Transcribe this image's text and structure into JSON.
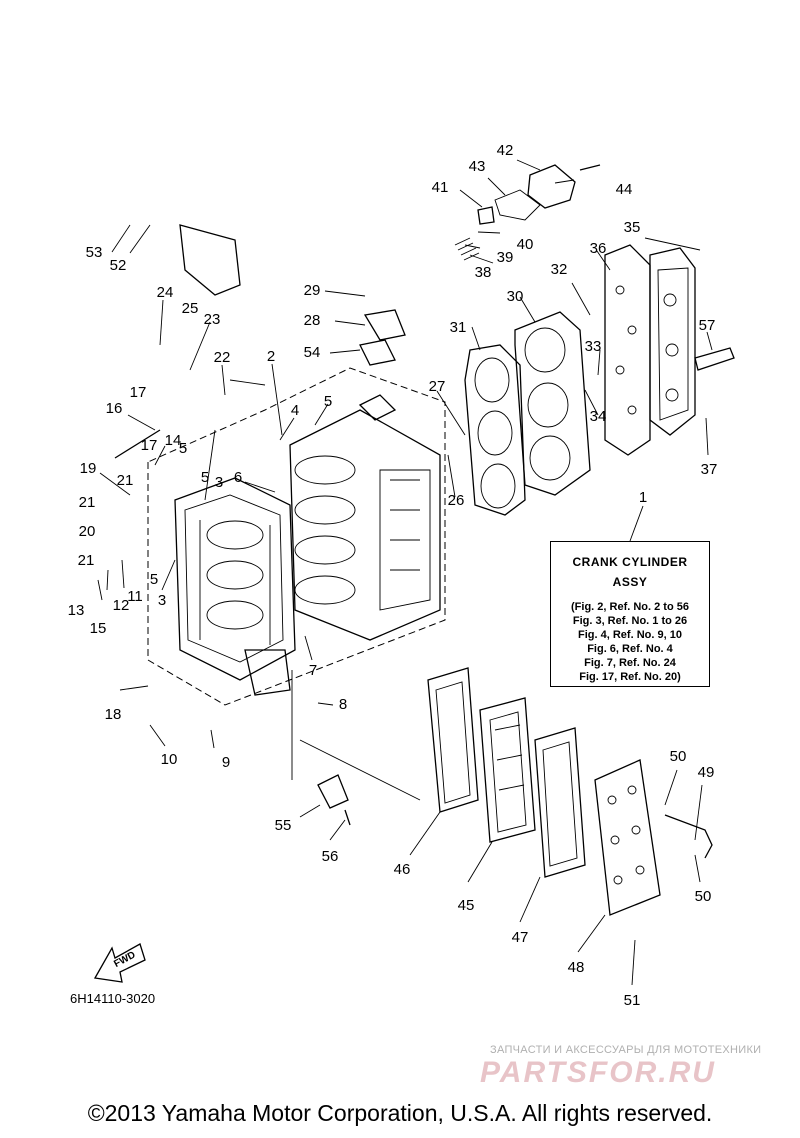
{
  "note": {
    "title_line1": "CRANK CYLINDER",
    "title_line2": "ASSY",
    "lines": [
      "(Fig. 2, Ref. No. 2 to 56",
      "Fig. 3, Ref. No. 1 to 26",
      "Fig. 4, Ref. No. 9, 10",
      "Fig. 6, Ref. No. 4",
      "Fig. 7, Ref. No. 24",
      "Fig. 17, Ref. No. 20)"
    ]
  },
  "direction_label": "FWD",
  "diagram_code": "6H14110-3020",
  "brand_subtitle": "ЗАПЧАСТИ И АКСЕССУАРЫ ДЛЯ МОТОТЕХНИКИ",
  "brand": "PARTSFOR.RU",
  "copyright": "©2013 Yamaha Motor Corporation, U.S.A. All rights reserved.",
  "callouts": [
    {
      "label": "1"
    },
    {
      "label": "2"
    },
    {
      "label": "3"
    },
    {
      "label": "3"
    },
    {
      "label": "4"
    },
    {
      "label": "5"
    },
    {
      "label": "5"
    },
    {
      "label": "5"
    },
    {
      "label": "5"
    },
    {
      "label": "6"
    },
    {
      "label": "7"
    },
    {
      "label": "8"
    },
    {
      "label": "9"
    },
    {
      "label": "10"
    },
    {
      "label": "11"
    },
    {
      "label": "12"
    },
    {
      "label": "13"
    },
    {
      "label": "14"
    },
    {
      "label": "15"
    },
    {
      "label": "16"
    },
    {
      "label": "17"
    },
    {
      "label": "17"
    },
    {
      "label": "18"
    },
    {
      "label": "19"
    },
    {
      "label": "20"
    },
    {
      "label": "21"
    },
    {
      "label": "21"
    },
    {
      "label": "21"
    },
    {
      "label": "22"
    },
    {
      "label": "23"
    },
    {
      "label": "24"
    },
    {
      "label": "25"
    },
    {
      "label": "26"
    },
    {
      "label": "27"
    },
    {
      "label": "28"
    },
    {
      "label": "29"
    },
    {
      "label": "30"
    },
    {
      "label": "31"
    },
    {
      "label": "32"
    },
    {
      "label": "33"
    },
    {
      "label": "34"
    },
    {
      "label": "35"
    },
    {
      "label": "36"
    },
    {
      "label": "37"
    },
    {
      "label": "38"
    },
    {
      "label": "39"
    },
    {
      "label": "40"
    },
    {
      "label": "41"
    },
    {
      "label": "42"
    },
    {
      "label": "43"
    },
    {
      "label": "44"
    },
    {
      "label": "45"
    },
    {
      "label": "46"
    },
    {
      "label": "47"
    },
    {
      "label": "48"
    },
    {
      "label": "49"
    },
    {
      "label": "50"
    },
    {
      "label": "50"
    },
    {
      "label": "51"
    },
    {
      "label": "52"
    },
    {
      "label": "53"
    },
    {
      "label": "54"
    },
    {
      "label": "55"
    },
    {
      "label": "56"
    },
    {
      "label": "57"
    }
  ]
}
